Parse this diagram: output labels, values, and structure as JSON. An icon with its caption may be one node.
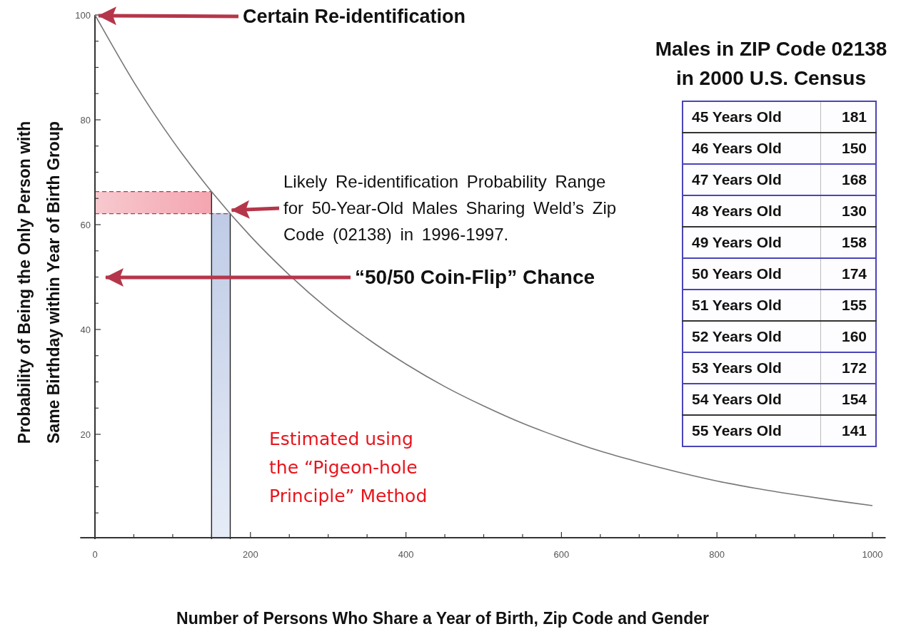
{
  "diagram": {
    "nodes": [
      {
        "text": [
          "Certain Re-identification"
        ]
      },
      {
        "text": [
          "Likely Re-identification Probability Range for 50-Year-Old Males Sharing Weld’s Zip Code (02138) in 1996-1997."
        ]
      },
      {
        "text": [
          "“50/50 Coin-Flip” Chance"
        ]
      },
      {
        "text": [],
        "shape": "bar"
      }
    ],
    "edges": [
      {
        "from": 0,
        "to": null,
        "arrow": "to"
      },
      {
        "from": 1,
        "to": 3,
        "arrow": "to"
      },
      {
        "from": 2,
        "to": null,
        "arrow": "to"
      }
    ],
    "labels": [
      "Estimated using the “Pigeon-hole Principle” Method",
      "Males in ZIP Code 02138 in 2000 U.S. Census",
      "45 Years Old",
      "181",
      "46 Years Old",
      "150",
      "47 Years Old",
      "168",
      "48 Years Old",
      "130",
      "49 Years Old",
      "158",
      "50 Years Old",
      "174",
      "51 Years Old",
      "155",
      "52 Years Old",
      "160",
      "53 Years Old",
      "172",
      "54 Years Old",
      "154",
      "55 Years Old",
      "141"
    ],
    "chart_data": {
      "type": "line",
      "xlabel": "Number of Persons Who Share a Year of Birth, Zip Code and Gender",
      "ylabel": "Probability of Being the Only Person with Same Birthday within Year of Birth Group",
      "x": [
        0,
        50,
        100,
        150,
        200,
        250,
        300,
        350,
        400,
        450,
        500,
        550,
        600,
        650,
        700,
        750,
        800,
        850,
        900,
        950,
        1000
      ],
      "series": [
        {
          "values": [
            100,
            87.2,
            76.0,
            66.3,
            57.8,
            50.4,
            43.9,
            38.3,
            33.4,
            29.1,
            25.4,
            22.1,
            19.3,
            16.8,
            14.7,
            12.8,
            11.1,
            9.7,
            8.5,
            7.4,
            6.4
          ]
        }
      ],
      "xlim": [
        -19,
        1017
      ],
      "ylim": [
        0,
        100
      ],
      "xticks": [
        0,
        200,
        400,
        600,
        800,
        1000
      ],
      "yticks": [
        20,
        40,
        60,
        80,
        100
      ],
      "bands": [
        {
          "axis": "y",
          "from": 62.1,
          "to": 66.3
        },
        {
          "axis": "x",
          "from": 150,
          "to": 174
        }
      ],
      "ref_lines": [
        {
          "axis": "y",
          "value": 66.3
        },
        {
          "axis": "y",
          "value": 62.1
        },
        {
          "axis": "x",
          "value": 150
        },
        {
          "axis": "x",
          "value": 174
        }
      ]
    }
  }
}
